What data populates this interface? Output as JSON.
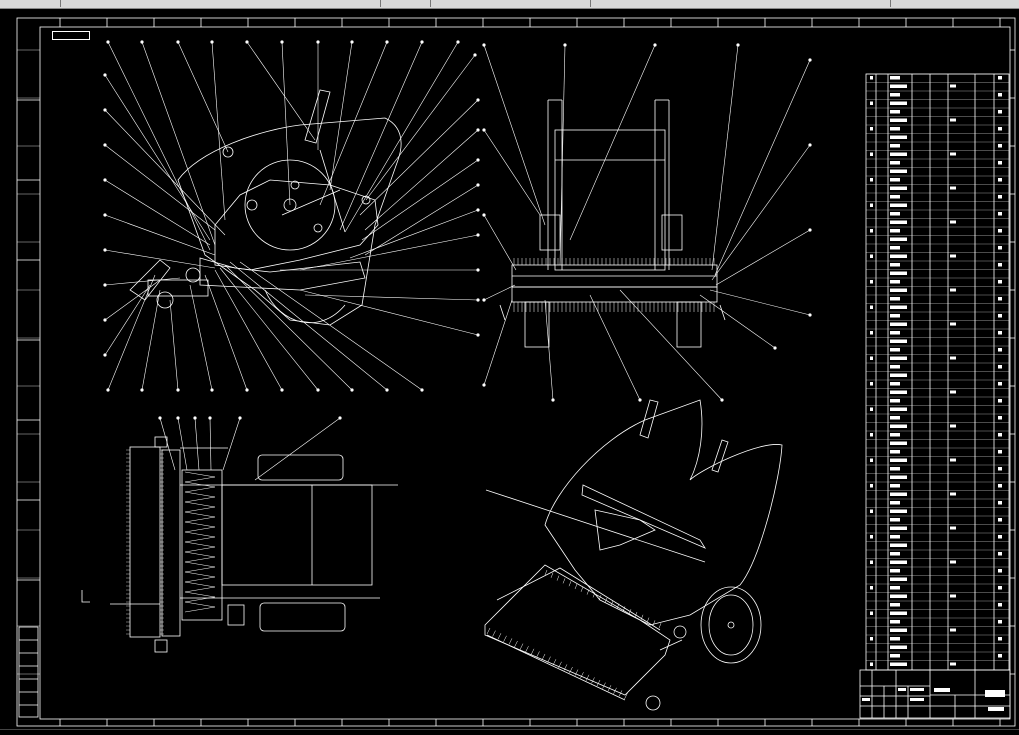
{
  "window": {
    "title": "",
    "toolbar_segments": 6
  },
  "drawing": {
    "background": "#000000",
    "line_color": "#ffffff",
    "views": [
      {
        "id": "side-view",
        "description_label": ""
      },
      {
        "id": "front-view",
        "description_label": ""
      },
      {
        "id": "top-view",
        "description_label": ""
      },
      {
        "id": "isometric-view",
        "description_label": ""
      }
    ],
    "axis_marker": "L",
    "corner_tag": "",
    "parts_list_rows": 70,
    "title_block": {
      "cells": [
        "",
        "",
        "",
        "",
        "",
        ""
      ]
    }
  }
}
